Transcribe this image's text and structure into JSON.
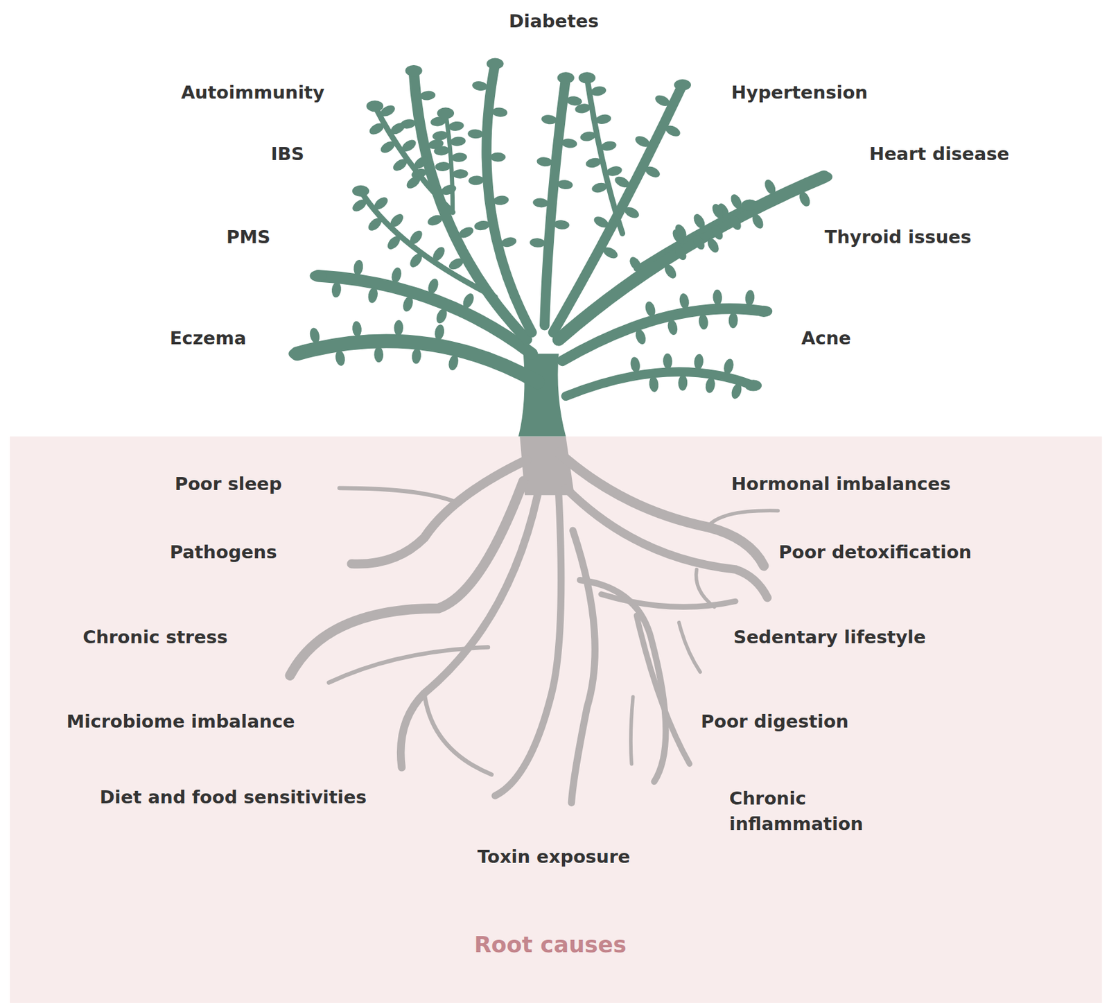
{
  "diagram": {
    "labels": [
      "Diabetes",
      "Autoimmunity",
      "Hypertension",
      "IBS",
      "Heart disease",
      "PMS",
      "Thyroid issues",
      "Eczema",
      "Acne",
      "Poor sleep",
      "Hormonal imbalances",
      "Pathogens",
      "Poor detoxification",
      "Chronic stress",
      "Sedentary lifestyle",
      "Microbiome imbalance",
      "Poor digestion",
      "Diet and food sensitivities",
      "Chronic inflammation",
      "Toxin exposure",
      "Root causes"
    ]
  }
}
